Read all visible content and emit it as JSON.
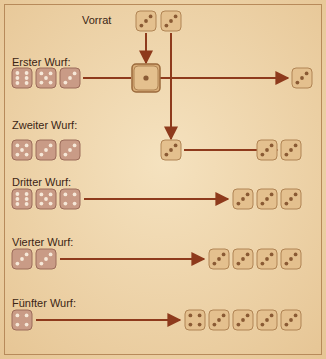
{
  "diagram": {
    "labels": [
      "Vorrat",
      "Erster Wurf:",
      "Zweiter Wurf:",
      "Dritter Wurf:",
      "Vierter Wurf:",
      "Fünfter Wurf:"
    ]
  }
}
